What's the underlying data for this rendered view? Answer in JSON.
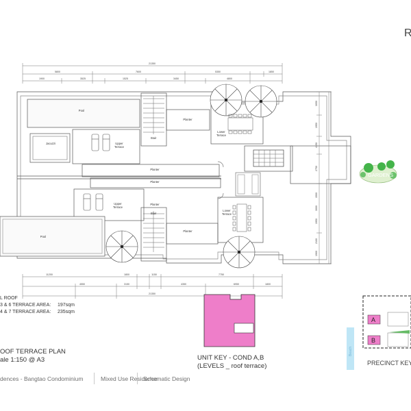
{
  "header": {
    "corner_letter": "R"
  },
  "plan": {
    "rooms": {
      "pool_top": "Pool",
      "jacuzzi": "Jacuzzi",
      "upper_terrace_top": "Upper\nTerrace",
      "stair_top": "Stair",
      "planter_a": "Planter",
      "planter_b": "Planter",
      "planter_c": "Planter",
      "planter_d": "Planter",
      "planter_e": "Planter",
      "lower_terrace": "Lower\nTerrace",
      "upper_terrace_bottom": "Upper\nTerrace",
      "stair_bottom": "Stair",
      "lower_terrace_bottom": "Lower\nTerrace",
      "pool_bottom": "Pool"
    },
    "dims_top": {
      "overall": "21350",
      "row1": [
        "5800",
        "7600",
        "5350",
        "1850"
      ],
      "row2": [
        "1900",
        "3525",
        "1525",
        "3450",
        "4800"
      ],
      "right": [
        "3050",
        "1950",
        "4150",
        "2750",
        "1500",
        "3000",
        "1950",
        "2100",
        "1900"
      ]
    },
    "dims_bottom": {
      "overall": "21350",
      "row1": [
        "11200",
        "1800",
        "1150",
        "7750"
      ],
      "row2": [
        "4550",
        "3150",
        "4350",
        "6950",
        "1800"
      ]
    },
    "gardens_label": "GARDENS"
  },
  "areas": {
    "heading": "L ROOF",
    "rows": [
      {
        "label": "3 & 6 TERRACE AREA:",
        "value": "197sqm"
      },
      {
        "label": "4 & 7 TERRACE AREA:",
        "value": "235sqm"
      }
    ]
  },
  "title_block": {
    "title": "OOF TERRACE PLAN",
    "scale": "ale 1:150 @ A3"
  },
  "unit_key": {
    "line1": "UNIT KEY - COND A,B",
    "line2": "(LEVELS _ roof terrace)",
    "fill_color": "#ee7ec9"
  },
  "precinct_key": {
    "title": "PRECINCT KEY",
    "marker_a": "A",
    "marker_b": "B",
    "strip_color": "#bfe6f6",
    "strip_text": "Beach"
  },
  "footer": {
    "items": [
      "dences - Bangtao Condominium",
      "Mixed Use Residence",
      "Schematic Design"
    ]
  }
}
